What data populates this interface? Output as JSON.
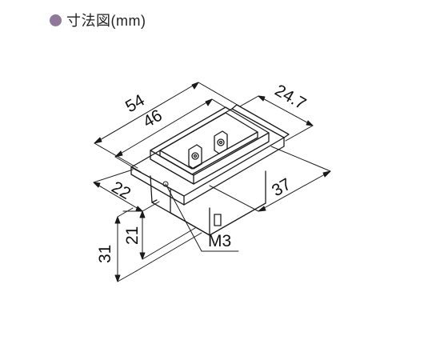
{
  "header": {
    "bullet_color": "#8f789a",
    "title": "寸法図(mm)"
  },
  "dimensions": {
    "length_outer": "54",
    "length_inner": "46",
    "depth": "24.7",
    "width_37": "37",
    "width_22": "22",
    "height_21": "21",
    "height_31": "31",
    "screw": "M3"
  }
}
